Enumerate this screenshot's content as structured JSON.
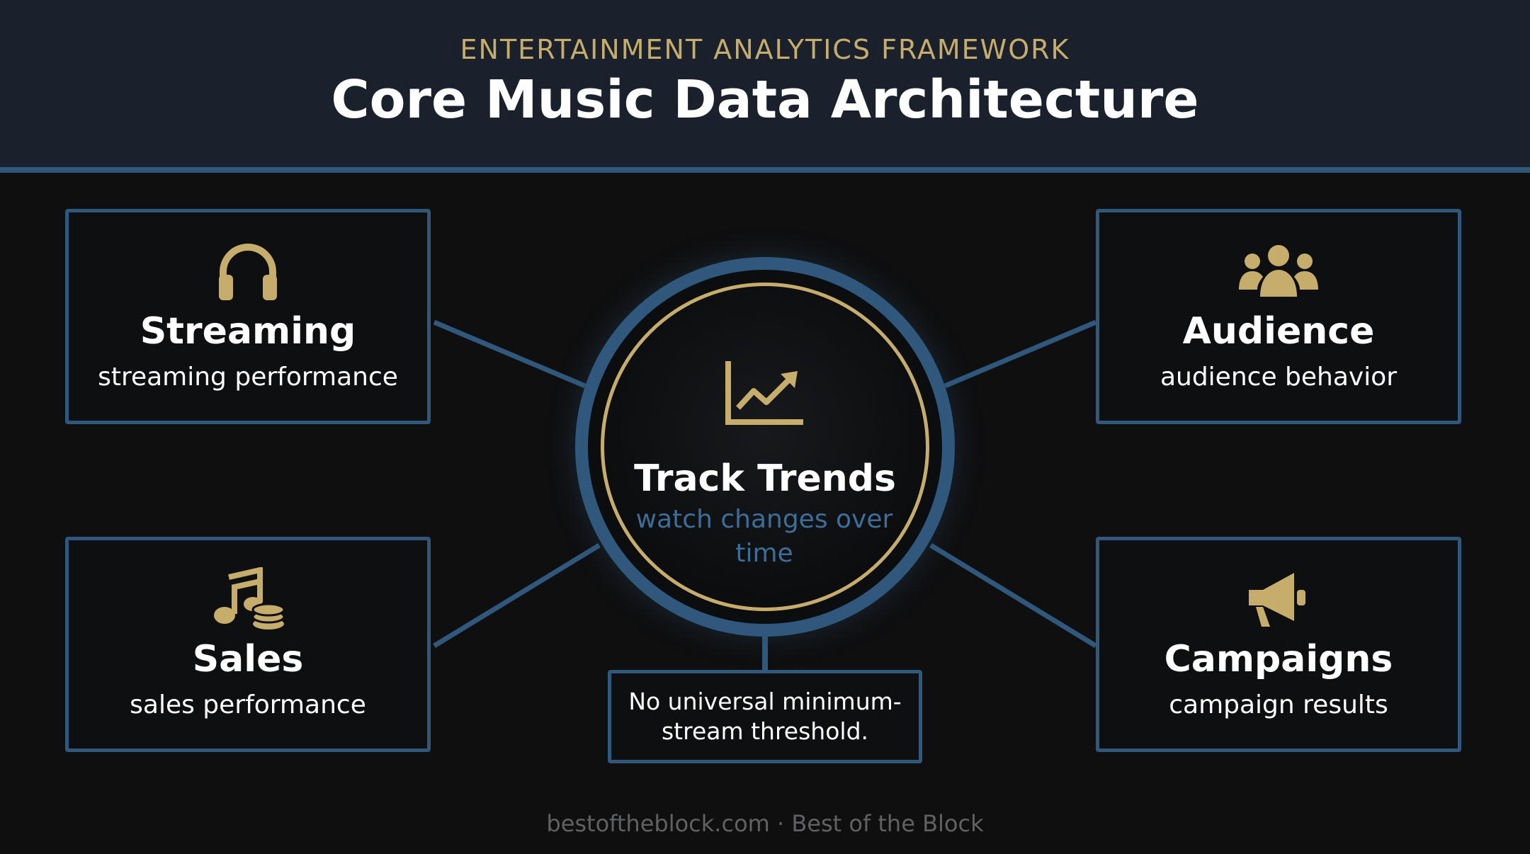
{
  "header": {
    "kicker": "ENTERTAINMENT ANALYTICS FRAMEWORK",
    "title": "Core Music Data Architecture"
  },
  "hub": {
    "title": "Track Trends",
    "subtitle": "watch changes over time",
    "icon": "trend-chart-icon"
  },
  "cards": {
    "streaming": {
      "title": "Streaming",
      "subtitle": "streaming performance",
      "icon": "headphones-icon"
    },
    "audience": {
      "title": "Audience",
      "subtitle": "audience behavior",
      "icon": "users-group-icon"
    },
    "sales": {
      "title": "Sales",
      "subtitle": "sales performance",
      "icon": "music-note-coins-icon"
    },
    "campaigns": {
      "title": "Campaigns",
      "subtitle": "campaign results",
      "icon": "megaphone-icon"
    }
  },
  "note": {
    "text": "No universal minimum-stream threshold."
  },
  "footer": {
    "text": "bestoftheblock.com · Best of the Block"
  },
  "colors": {
    "background": "#0f0f10",
    "header_background": "#1a212c",
    "accent_blue": "#2f587c",
    "accent_gold": "#c7ad6c",
    "subtitle_blue": "#3d6e9a",
    "footer_text": "#5f6163"
  }
}
